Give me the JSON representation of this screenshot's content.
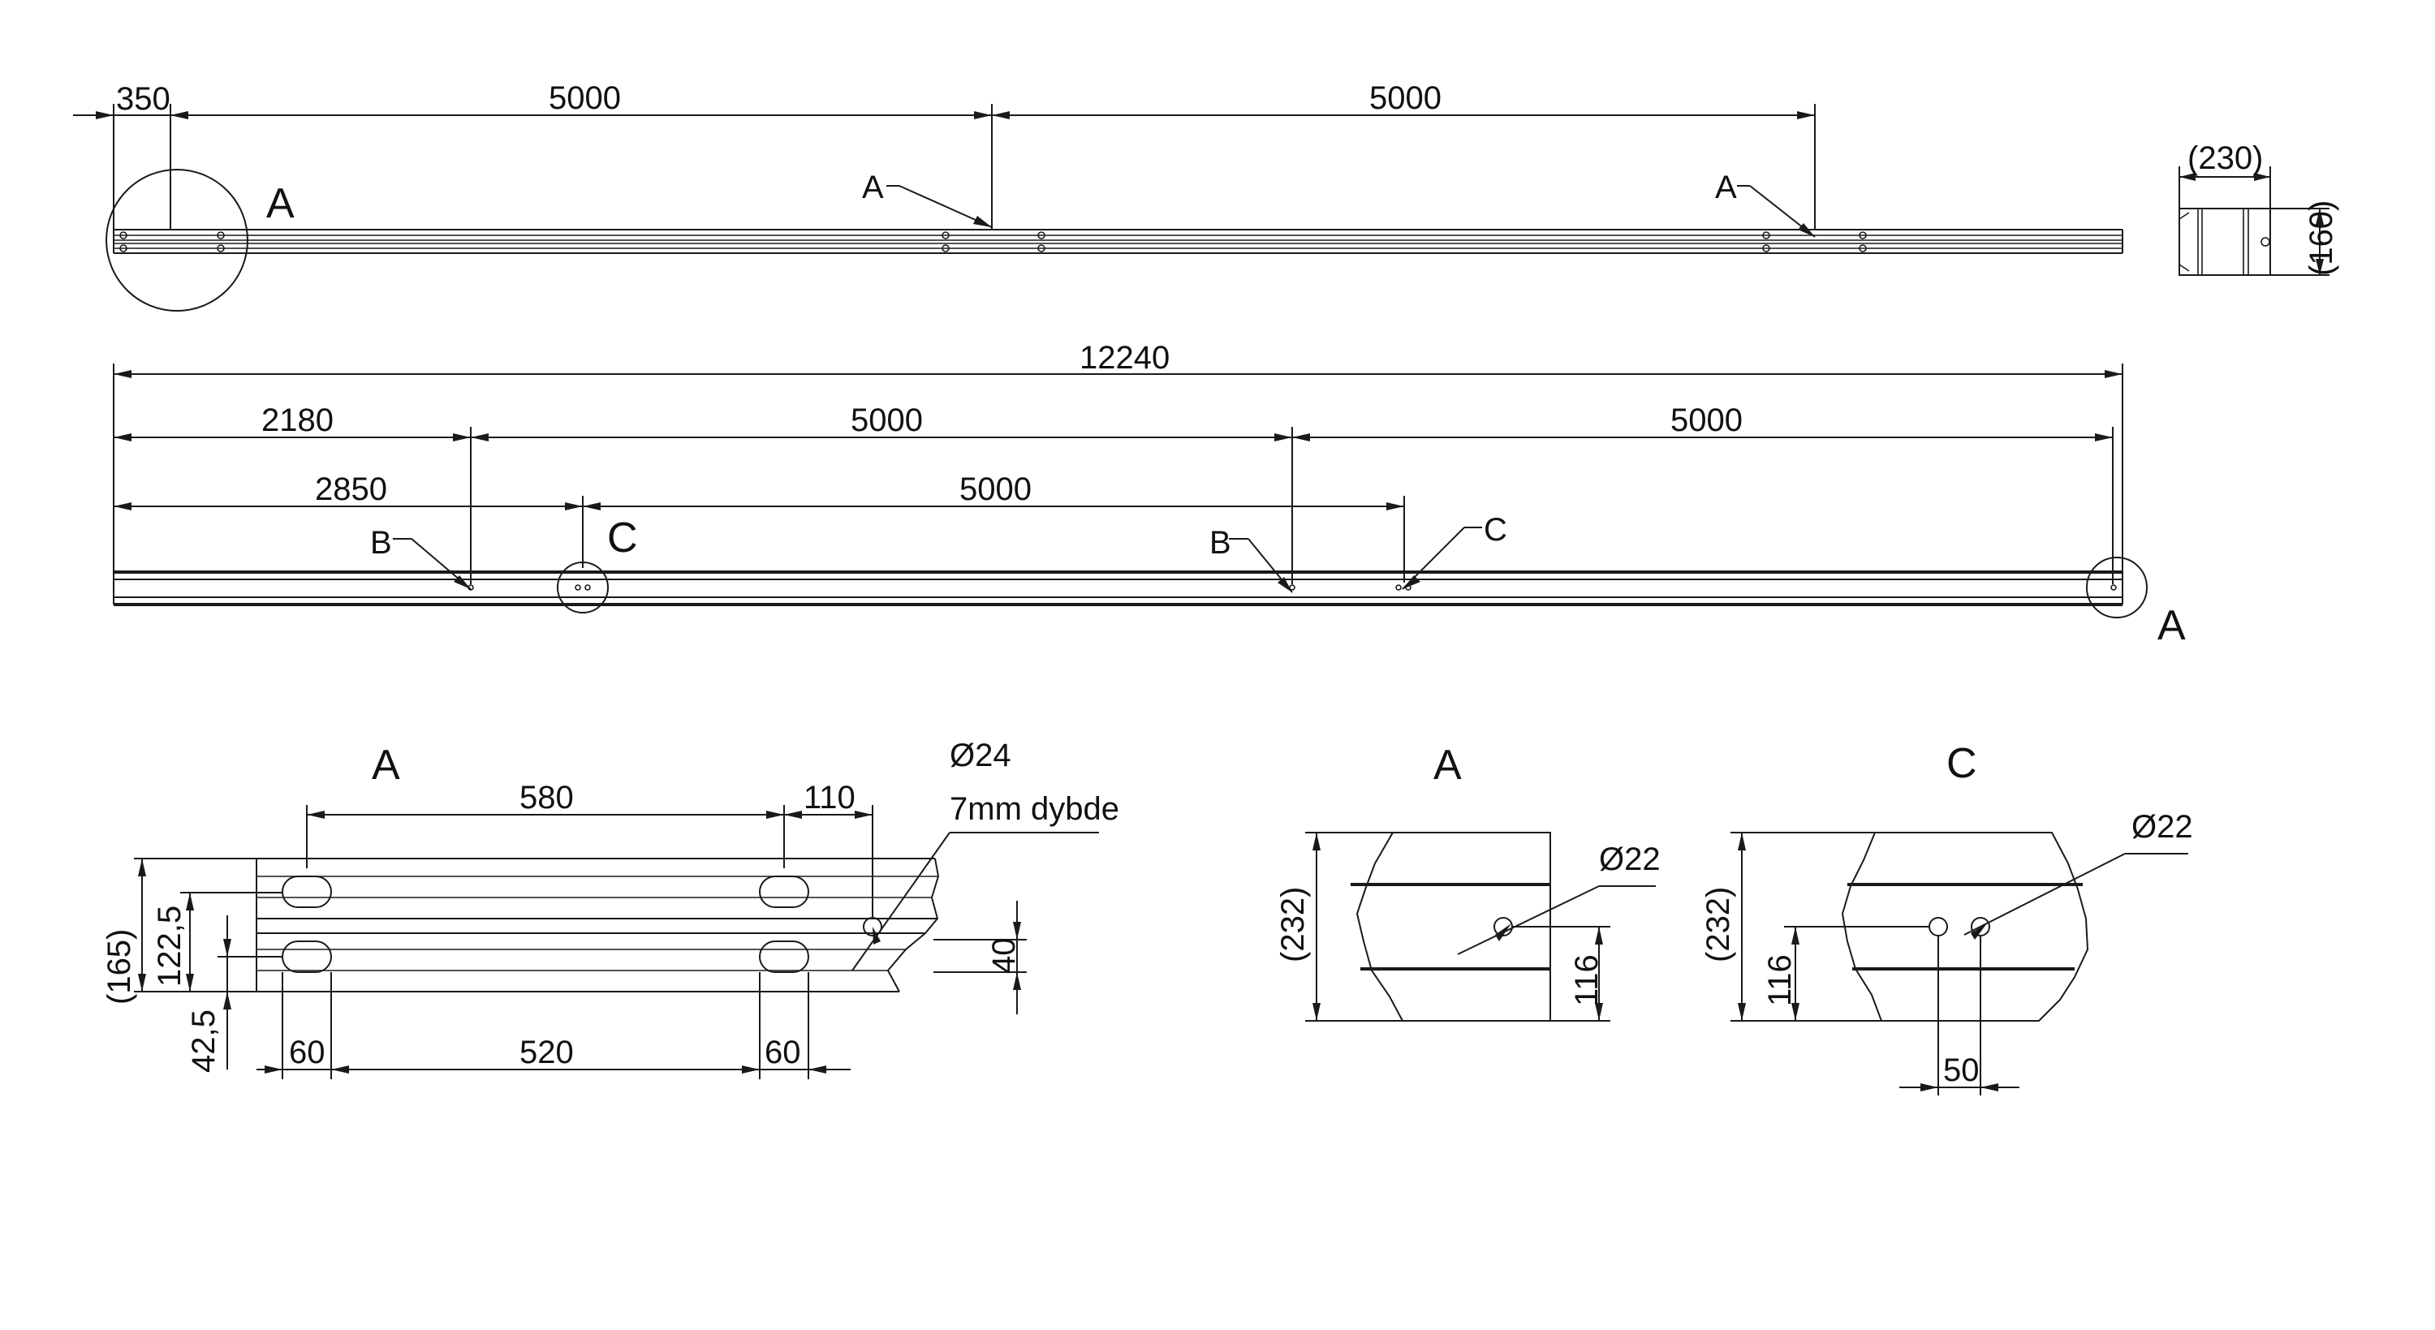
{
  "top_view": {
    "dim_350": "350",
    "dim_5000_a": "5000",
    "dim_5000_b": "5000",
    "label_a_circle": "A",
    "callout_a1": "A",
    "callout_a2": "A"
  },
  "end_view": {
    "width": "(230)",
    "height": "(160)"
  },
  "side_view": {
    "dim_total": "12240",
    "dim_2180": "2180",
    "dim_5000_c": "5000",
    "dim_5000_d": "5000",
    "dim_2850": "2850",
    "dim_5000_e": "5000",
    "callout_b1": "B",
    "label_c_circle": "C",
    "callout_b2": "B",
    "callout_c2": "C",
    "label_a_end": "A"
  },
  "detail_a_top": {
    "title": "A",
    "dim_580": "580",
    "dim_110": "110",
    "hole_dia": "Ø24",
    "hole_depth": "7mm dybde",
    "dim_165": "(165)",
    "dim_122_5": "122,5",
    "dim_42_5": "42,5",
    "dim_40": "40",
    "dim_60_a": "60",
    "dim_520": "520",
    "dim_60_b": "60"
  },
  "detail_a_section": {
    "title": "A",
    "hole_dia": "Ø22",
    "dim_232": "(232)",
    "dim_116": "116"
  },
  "detail_c_section": {
    "title": "C",
    "hole_dia": "Ø22",
    "dim_232": "(232)",
    "dim_116": "116",
    "dim_50": "50"
  }
}
